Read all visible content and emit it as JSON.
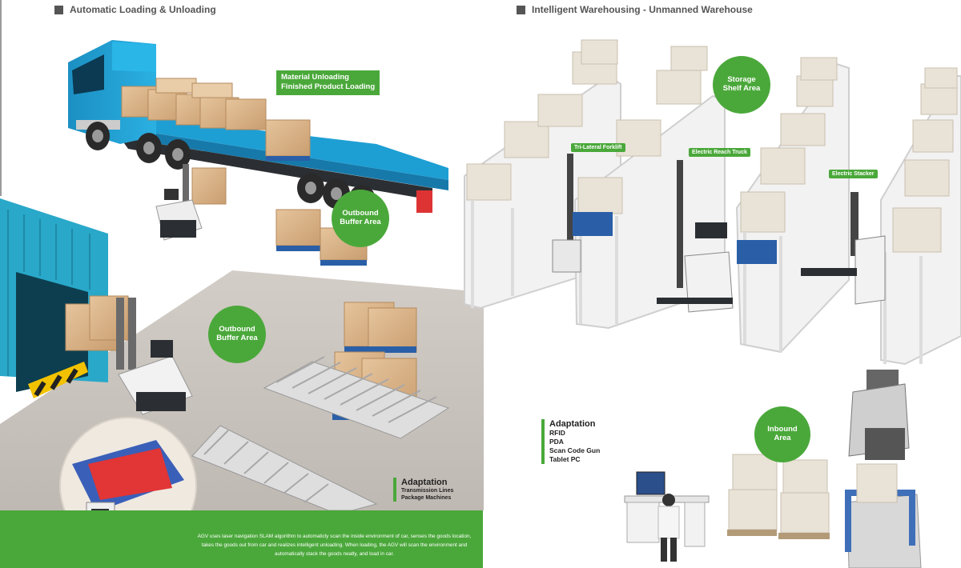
{
  "left_section": {
    "heading": "Automatic Loading & Unloading",
    "material_box": [
      "Material Unloading",
      "Finished Product Loading"
    ],
    "outbound_top": [
      "Outbound",
      "Buffer Area"
    ],
    "outbound_mid": [
      "Outbound",
      "Buffer Area"
    ],
    "adaptation": {
      "title": "Adaptation",
      "items": [
        "Transmission Lines",
        "Package Machines"
      ]
    },
    "description": "AGV uses laser navigation SLAM algorithm to automaticly scan the inside environment of car, senses the goods location, takes the goods out from car and realizes intelligent unloading. When loading, the AGV will scan the environment and automatically stack the goods neatly, and load in car."
  },
  "right_section": {
    "heading": "Intelligent Warehousing - Unmanned Warehouse",
    "storage_circle": [
      "Storage",
      "Shelf Area"
    ],
    "inbound_circle": [
      "Inbound",
      "Area"
    ],
    "tags": {
      "tri_lateral": "Tri-Lateral Forklift",
      "reach_truck": "Electric Reach Truck",
      "stacker": "Electric Stacker"
    },
    "adaptation": {
      "title": "Adaptation",
      "items": [
        "RFID",
        "PDA",
        "Scan Code Gun",
        "Tablet PC"
      ]
    }
  },
  "colors": {
    "accent_green": "#4aa83a",
    "truck_blue": "#1e9fd4",
    "container_cyan": "#29a8c9",
    "floor_grey": "#c9c3bd",
    "box_tan": "#d9b48a",
    "pallet_blue": "#2a5fa8",
    "heading_grey": "#555555"
  }
}
